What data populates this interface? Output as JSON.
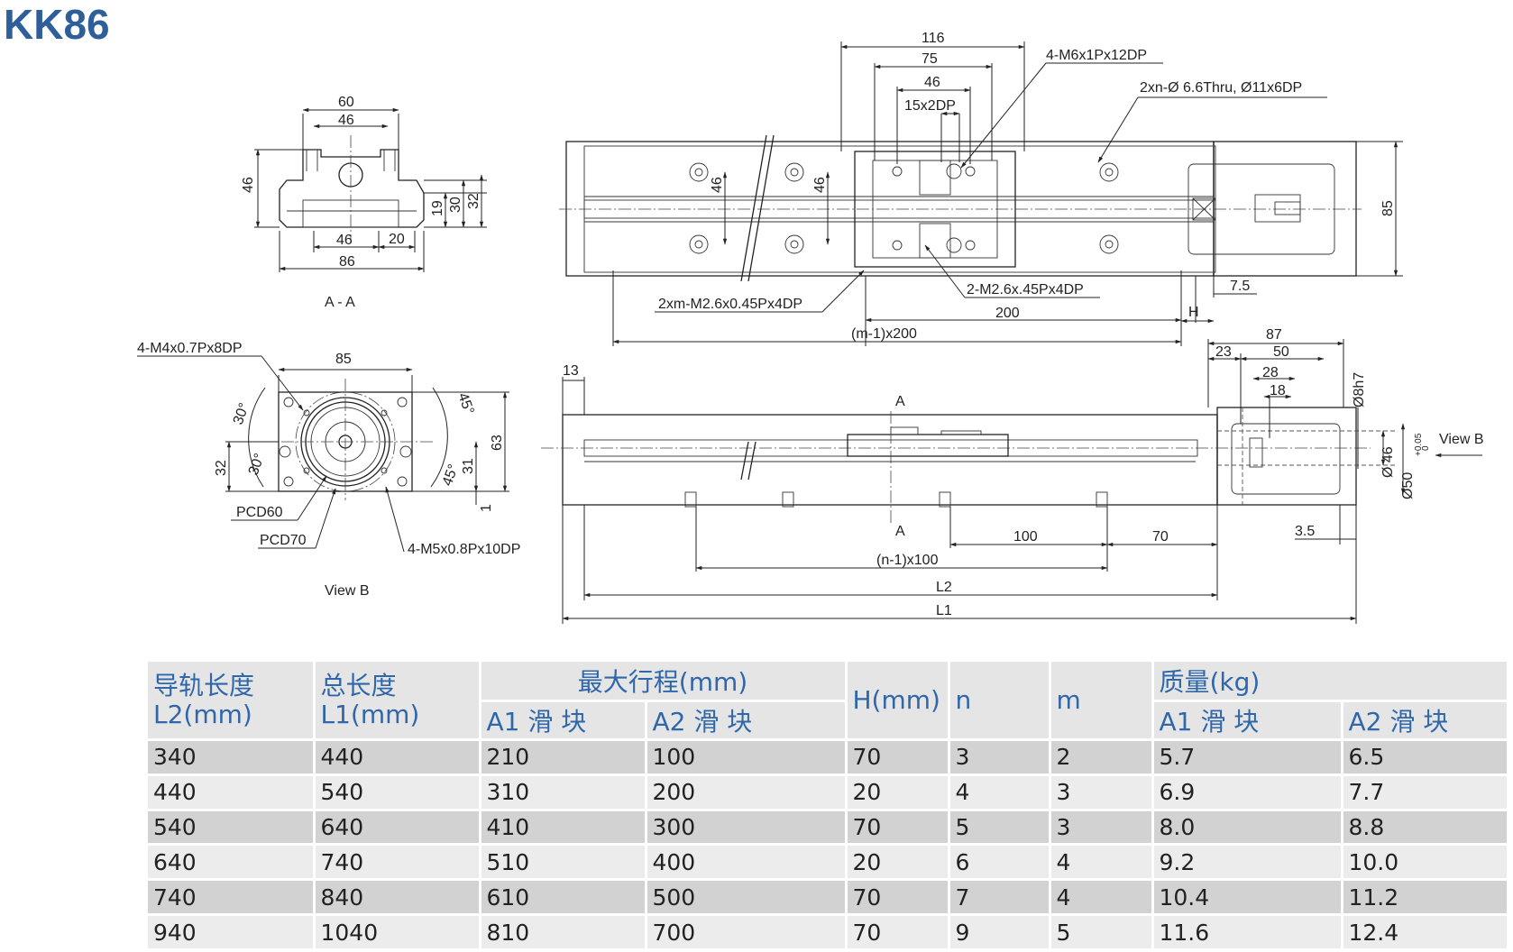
{
  "title": "KK86",
  "views": {
    "section_aa": {
      "label": "A - A",
      "dims": {
        "w60": "60",
        "w46_top": "46",
        "h46": "46",
        "h19": "19",
        "h30": "30",
        "h32": "32",
        "w46_bot": "46",
        "w20": "20",
        "w86": "86"
      }
    },
    "view_b": {
      "label": "View B",
      "dims": {
        "w85": "85",
        "h63": "63",
        "h32": "32",
        "h31": "31",
        "h1": "1",
        "a30a": "30°",
        "a30b": "30°",
        "a45a": "45°",
        "a45b": "45°"
      },
      "callouts": {
        "m4": "4-M4x0.7Px8DP",
        "pcd60": "PCD60",
        "pcd70": "PCD70",
        "m5": "4-M5x0.8Px10DP"
      }
    },
    "top_view": {
      "dims": {
        "d116": "116",
        "d75": "75",
        "d46w": "46",
        "d15": "15x2DP",
        "d46a": "46",
        "d46b": "46",
        "d85": "85",
        "d7_5": "7.5",
        "d200": "200",
        "dH": "H",
        "dm": "(m-1)x200"
      },
      "callouts": {
        "m6": "4-M6x1Px12DP",
        "thru": "2xn-Ø 6.6Thru, Ø11x6DP",
        "m26a": "2xm-M2.6x0.45Px4DP",
        "m26b": "2-M2.6x.45Px4DP"
      }
    },
    "side_view": {
      "dims": {
        "d13": "13",
        "dA_top": "A",
        "dA_bot": "A",
        "d87": "87",
        "d23": "23",
        "d50": "50",
        "d28": "28",
        "d18": "18",
        "d8h7": "Ø8h7",
        "d46": "Ø 46",
        "d50tol": "Ø50",
        "tol_up": "+0.05",
        "tol_dn": "0",
        "d3_5": "3.5",
        "d100": "100",
        "d70": "70",
        "dn": "(n-1)x100",
        "L2": "L2",
        "L1": "L1"
      },
      "label_view_b": "View B"
    }
  },
  "table": {
    "headers": {
      "rail_len": [
        "导轨长度",
        "L2(mm)"
      ],
      "total_len": [
        "总长度",
        "L1(mm)"
      ],
      "max_stroke": "最大行程(mm)",
      "a1": "A1 滑 块",
      "a2": "A2 滑 块",
      "h": "H(mm)",
      "n": "n",
      "m": "m",
      "mass": "质量(kg)",
      "mass_a1": "A1 滑 块",
      "mass_a2": "A2 滑 块"
    },
    "rows": [
      [
        "340",
        "440",
        "210",
        "100",
        "70",
        "3",
        "2",
        "5.7",
        "6.5"
      ],
      [
        "440",
        "540",
        "310",
        "200",
        "20",
        "4",
        "3",
        "6.9",
        "7.7"
      ],
      [
        "540",
        "640",
        "410",
        "300",
        "70",
        "5",
        "3",
        "8.0",
        "8.8"
      ],
      [
        "640",
        "740",
        "510",
        "400",
        "20",
        "6",
        "4",
        "9.2",
        "10.0"
      ],
      [
        "740",
        "840",
        "610",
        "500",
        "70",
        "7",
        "4",
        "10.4",
        "11.2"
      ],
      [
        "940",
        "1040",
        "810",
        "700",
        "70",
        "9",
        "5",
        "11.6",
        "12.4"
      ]
    ]
  }
}
